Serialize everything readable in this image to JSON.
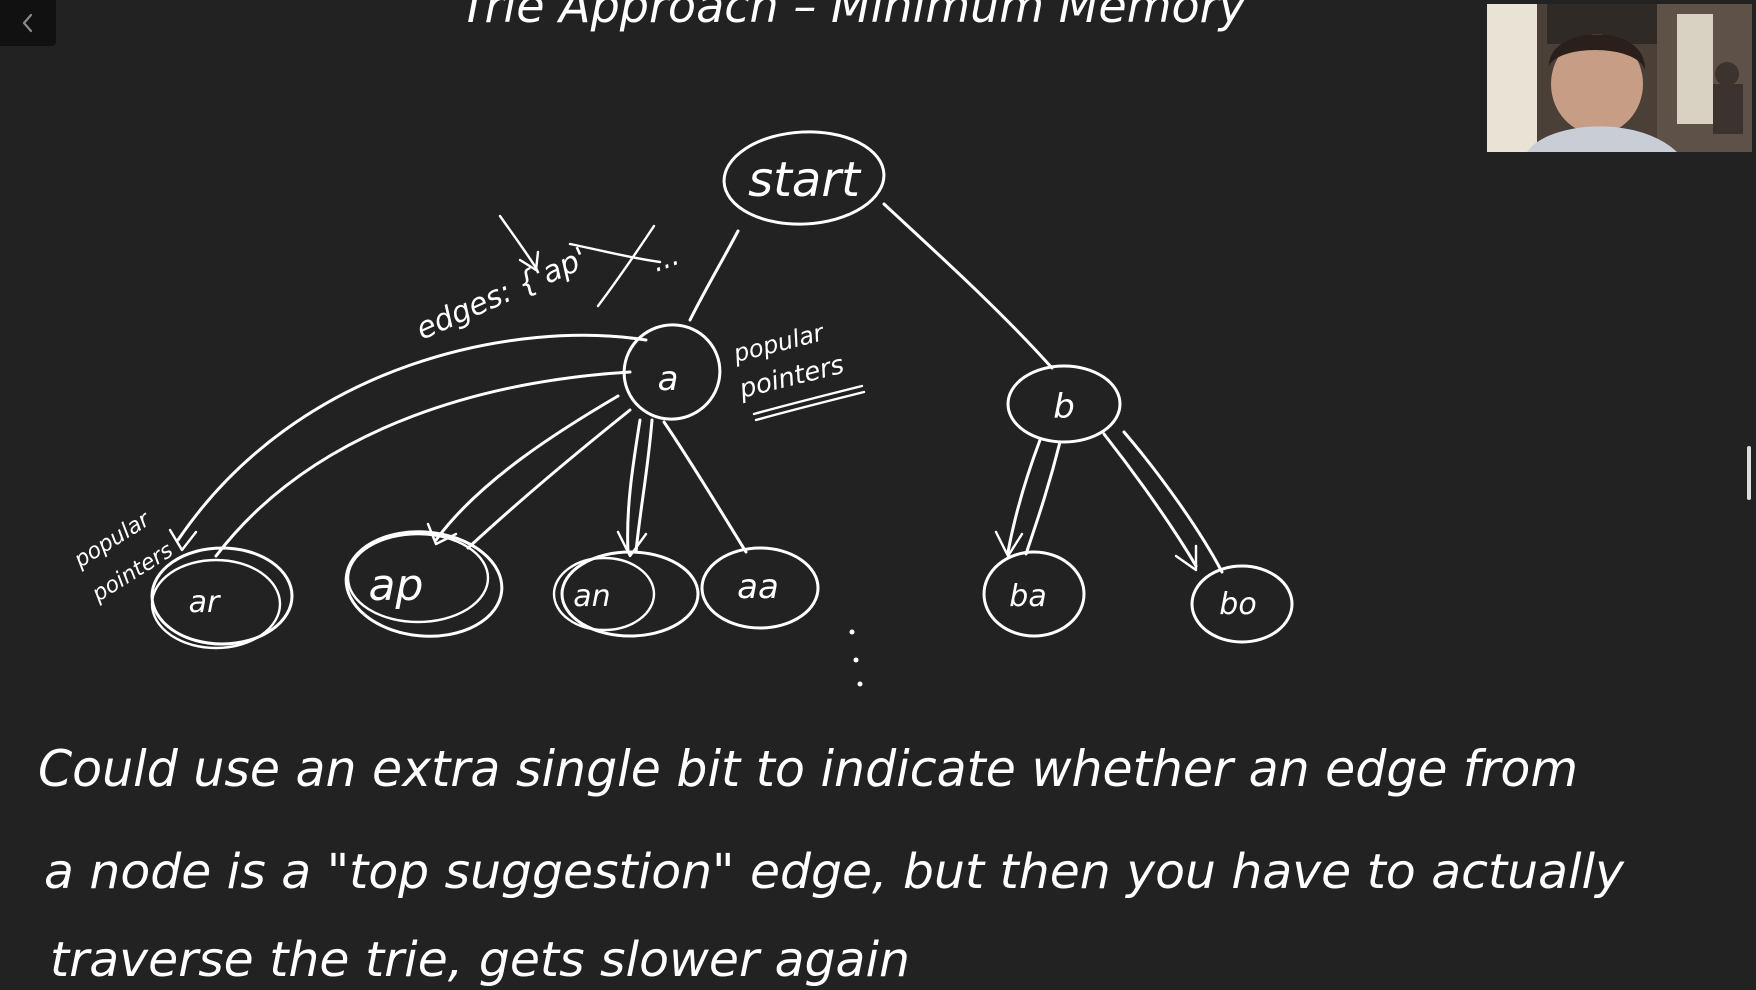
{
  "slide": {
    "title": "Trie Approach – Minimum Memory",
    "background": "#222222",
    "ink": "#ffffff"
  },
  "nav": {
    "back_icon": "chevron-left-icon"
  },
  "webcam": {
    "description_icon": "presenter-video-feed"
  },
  "diagram": {
    "root": "start",
    "level1": [
      "a",
      "b"
    ],
    "level2_a": [
      "ar",
      "ap",
      "an",
      "aa"
    ],
    "level2_b": [
      "ba",
      "bo"
    ],
    "ellipsis": ":",
    "annotations": {
      "edges": "edges: {'ap'",
      "edges_trail": "...",
      "popular_pointers_a_line1": "popular",
      "popular_pointers_a_line2": "pointers",
      "popular_pointers_ar_line1": "popular",
      "popular_pointers_ar_line2": "pointers"
    }
  },
  "notes": {
    "line1": "Could use an extra single bit to indicate whether an edge from",
    "line2": "a node is a \"top suggestion\" edge, but then you have to actually",
    "line3": "traverse the trie, gets slower again"
  }
}
